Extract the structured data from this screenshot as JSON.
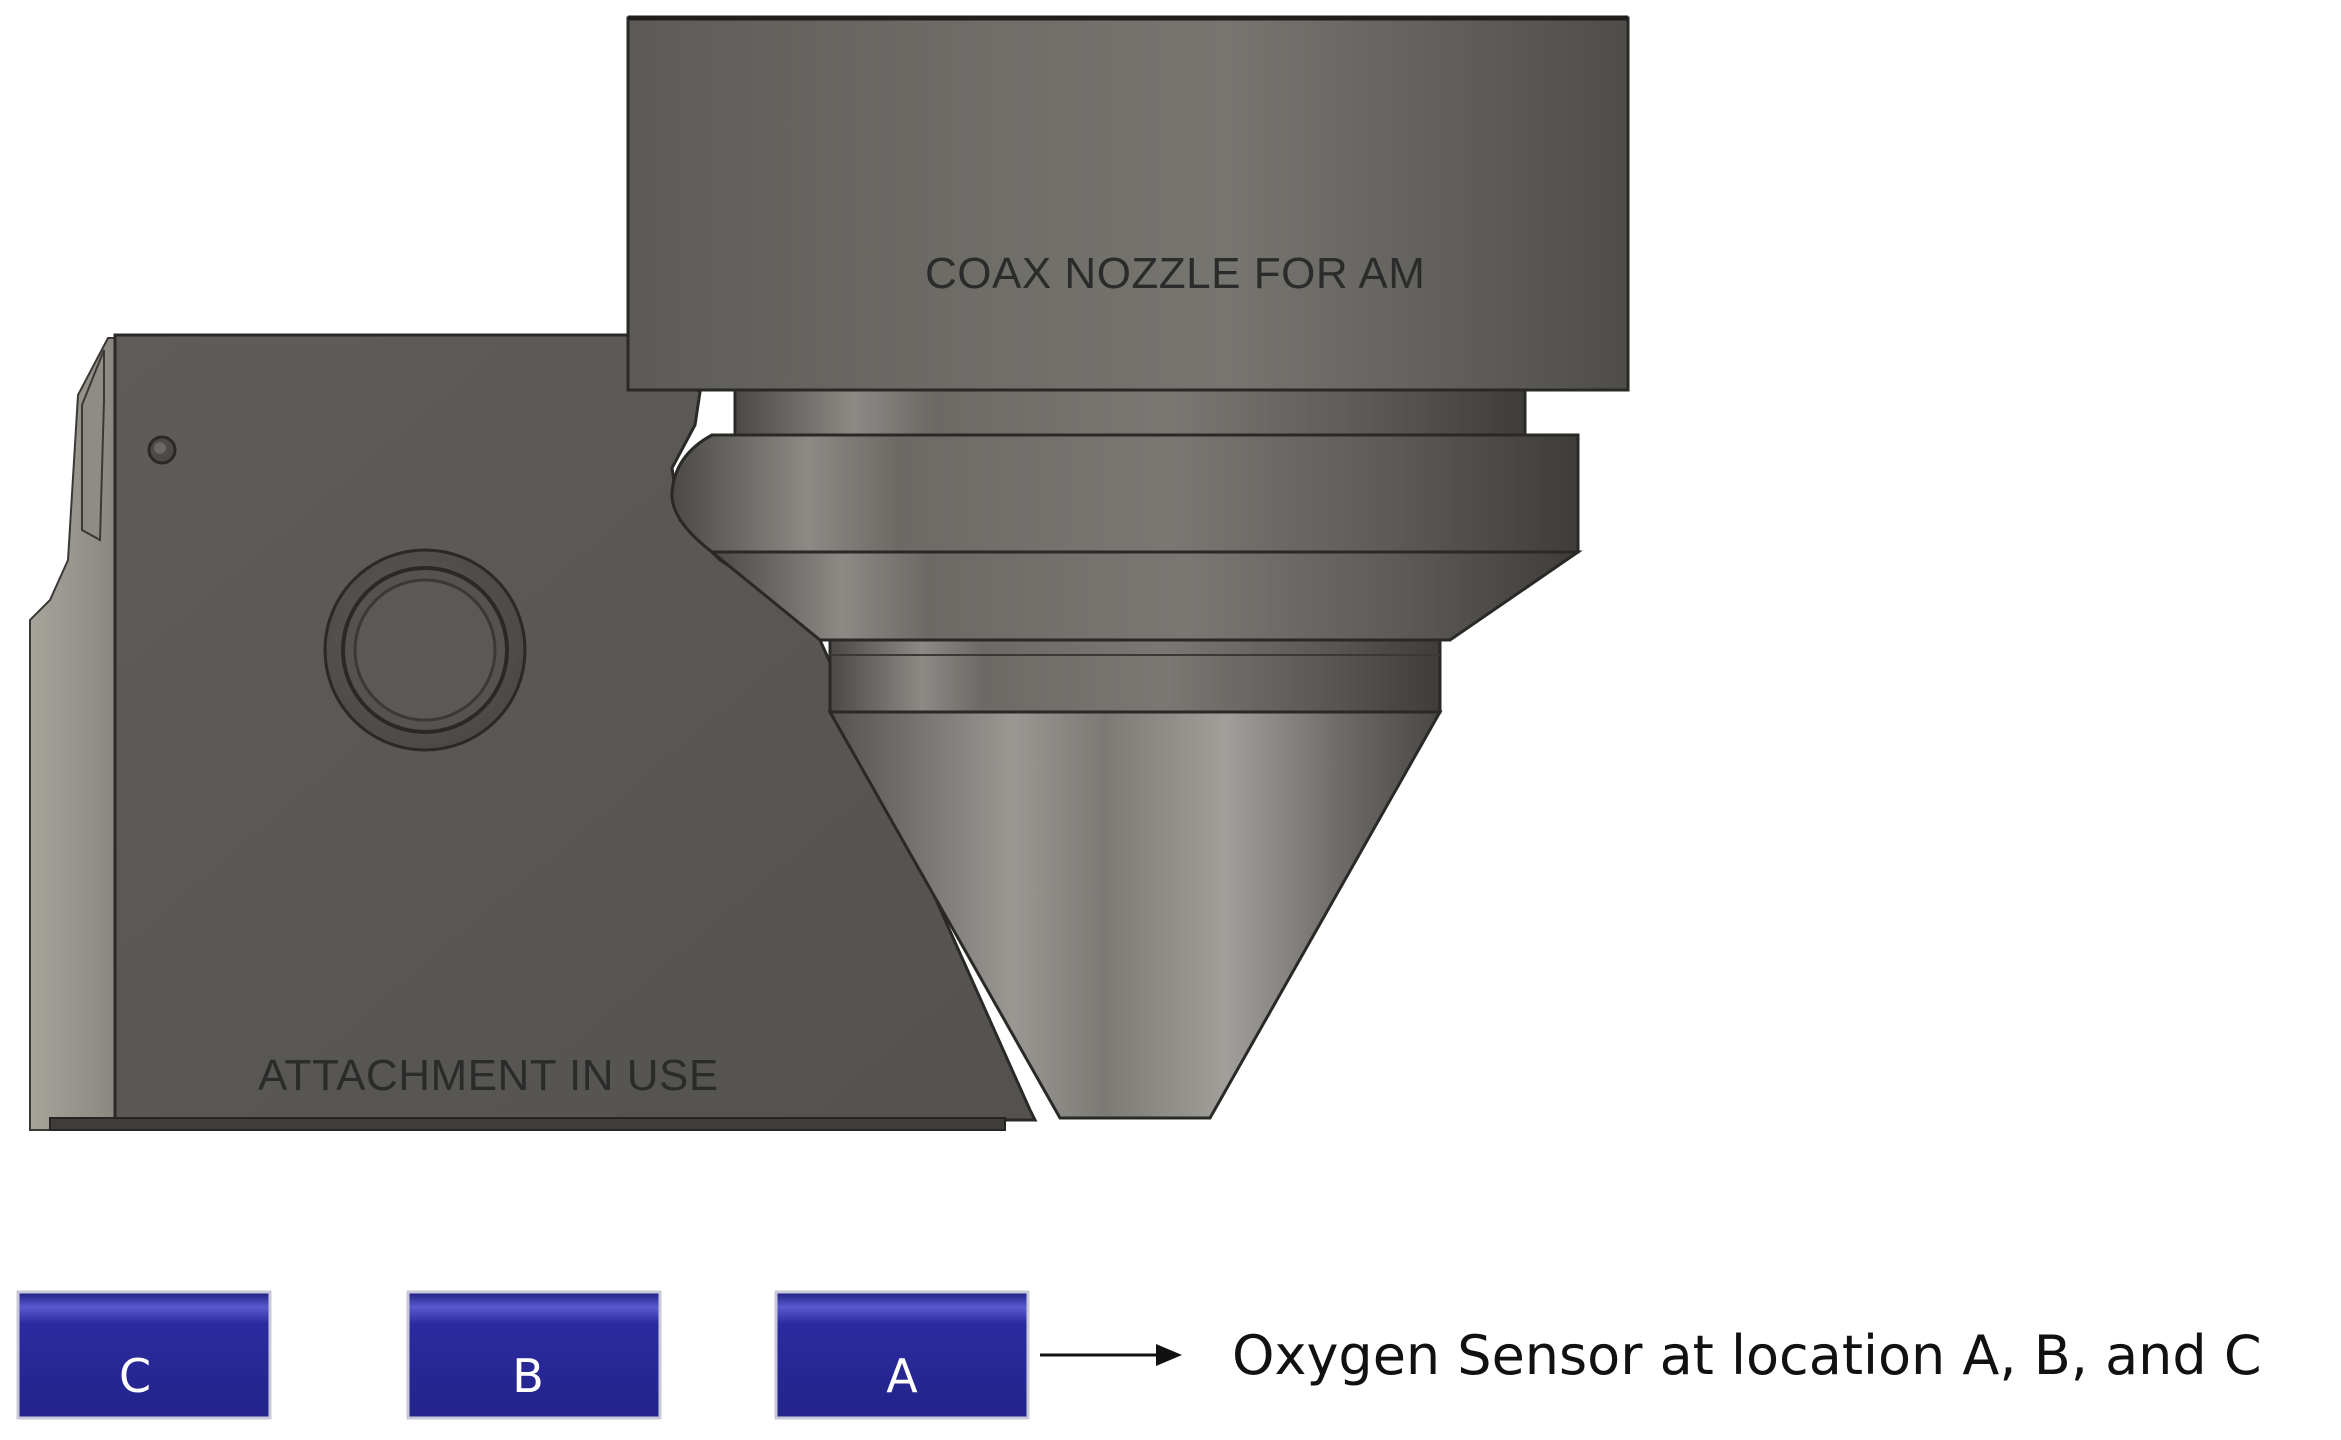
{
  "diagram": {
    "nozzle_label": "COAX NOZZLE FOR AM",
    "attachment_label": "ATTACHMENT IN USE",
    "sensors": [
      {
        "letter": "C"
      },
      {
        "letter": "B"
      },
      {
        "letter": "A"
      }
    ],
    "arrow_caption": "Oxygen Sensor at location A, B, and C",
    "colors": {
      "sensor_blue": "#2a2a9a",
      "metal_gray": "#6c6a66",
      "background": "#ffffff"
    }
  }
}
